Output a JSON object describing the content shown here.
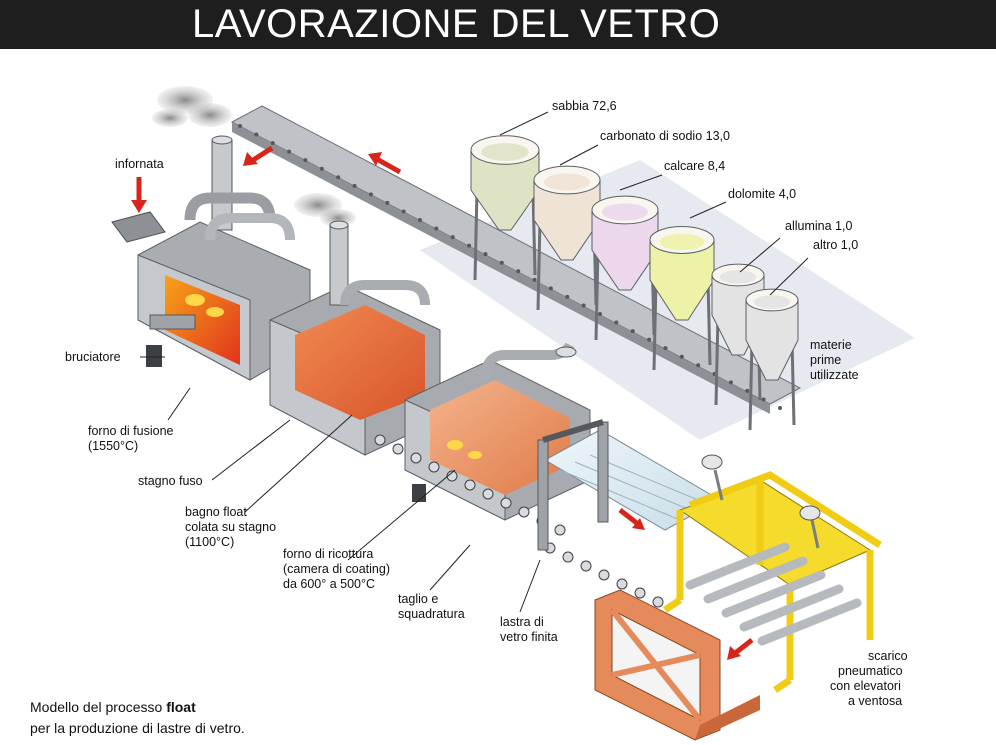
{
  "title": "LAVORAZIONE DEL VETRO",
  "materials": [
    {
      "label": "sabbia 72,6",
      "color": "#dfe3c6"
    },
    {
      "label": "carbonato di sodio 13,0",
      "color": "#efe3d6"
    },
    {
      "label": "calcare 8,4",
      "color": "#ecd7ec"
    },
    {
      "label": "dolomite 4,0",
      "color": "#eef2a8"
    },
    {
      "label": "allumina 1,0",
      "color": "#e3e3e3"
    },
    {
      "label": "altro 1,0",
      "color": "#e3e3e3"
    }
  ],
  "labels": {
    "infornata": "infornata",
    "bruciatore": "bruciatore",
    "forno_fusione": [
      "forno di fusione",
      "(1550°C)"
    ],
    "stagno_fuso": "stagno fuso",
    "bagno_float": [
      "bagno float",
      "colata su stagno",
      "(1100°C)"
    ],
    "forno_ricottura": [
      "forno di ricottura",
      "(camera di coating)",
      "da 600° a 500°C"
    ],
    "taglio": [
      "taglio e",
      "squadratura"
    ],
    "lastra": [
      "lastra di",
      "vetro finita"
    ],
    "scarico": [
      "scarico",
      "pneumatico",
      "con elevatori",
      "a ventosa"
    ],
    "materie_prime": [
      "materie",
      "prime",
      "utilizzate"
    ]
  },
  "caption": {
    "line1_prefix": "Modello del processo ",
    "line1_bold": "float",
    "line2": "per la produzione di lastre di vetro."
  },
  "colors": {
    "title_bg": "#1e1e1e",
    "machine_grey": "#b9bcc0",
    "fire": "#e8431f",
    "tin": "#e86a3c",
    "arrow_red": "#d9241c",
    "frame_yellow": "#f2d21a",
    "rack_orange": "#e07a4a",
    "platform": "#e5e9ef"
  }
}
